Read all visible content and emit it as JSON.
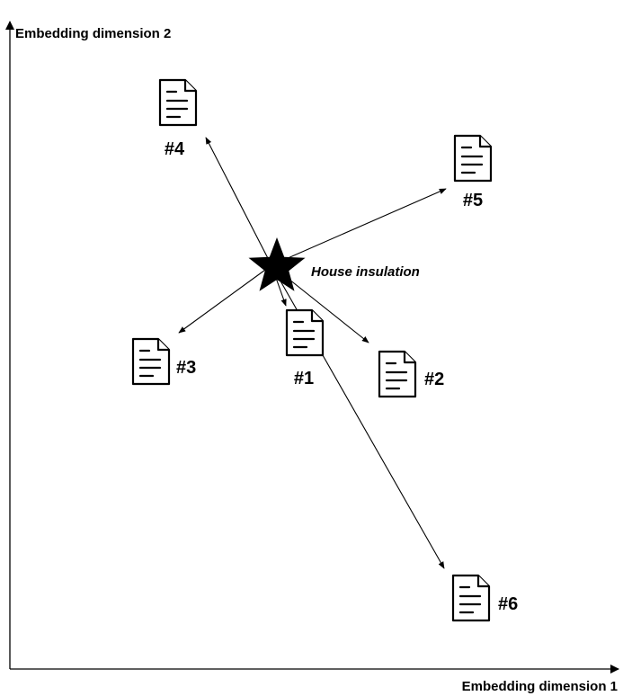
{
  "axes": {
    "x_label": "Embedding dimension 1",
    "y_label": "Embedding dimension 2"
  },
  "query": {
    "label": "House insulation",
    "icon": "star-icon"
  },
  "documents": [
    {
      "id": "doc-1",
      "label": "#1",
      "icon": "document-icon"
    },
    {
      "id": "doc-2",
      "label": "#2",
      "icon": "document-icon"
    },
    {
      "id": "doc-3",
      "label": "#3",
      "icon": "document-icon"
    },
    {
      "id": "doc-4",
      "label": "#4",
      "icon": "document-icon"
    },
    {
      "id": "doc-5",
      "label": "#5",
      "icon": "document-icon"
    },
    {
      "id": "doc-6",
      "label": "#6",
      "icon": "document-icon"
    }
  ],
  "colors": {
    "ink": "#000000",
    "background": "#ffffff"
  }
}
